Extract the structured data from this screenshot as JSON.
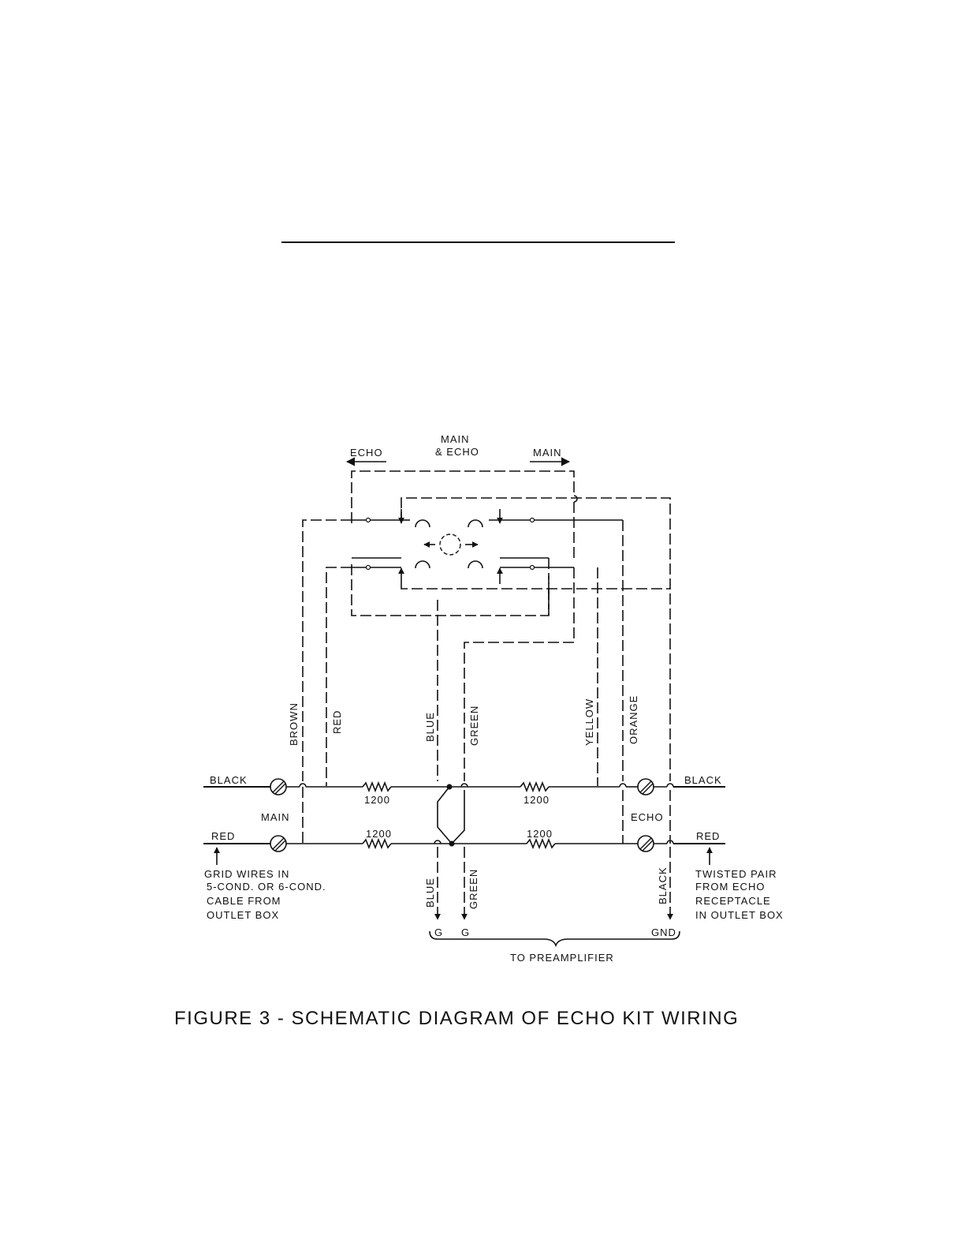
{
  "switch_labels": {
    "echo": "ECHO",
    "main_echo_line1": "MAIN",
    "main_echo_line2": "& ECHO",
    "main": "MAIN"
  },
  "wire_colors_top": [
    "BROWN",
    "RED",
    "BLUE",
    "GREEN",
    "YELLOW",
    "ORANGE"
  ],
  "terminals": {
    "left_black": "BLACK",
    "left_red": "RED",
    "right_black": "BLACK",
    "right_red": "RED",
    "main": "MAIN",
    "echo": "ECHO"
  },
  "resistors": {
    "top_left": "1200",
    "top_right": "1200",
    "bottom_left": "1200",
    "bottom_right": "1200"
  },
  "wire_colors_bottom": [
    "BLUE",
    "GREEN",
    "BLACK"
  ],
  "outputs": {
    "g1": "G",
    "g2": "G",
    "gnd": "GND"
  },
  "preamp_label": "TO PREAMPLIFIER",
  "grid_note": [
    "GRID WIRES IN",
    "5-COND. OR 6-COND.",
    "CABLE FROM",
    "OUTLET BOX"
  ],
  "twisted_note": [
    "TWISTED PAIR",
    "FROM ECHO",
    "RECEPTACLE",
    "IN OUTLET BOX"
  ],
  "caption": "FIGURE 3 - SCHEMATIC DIAGRAM OF ECHO KIT WIRING"
}
